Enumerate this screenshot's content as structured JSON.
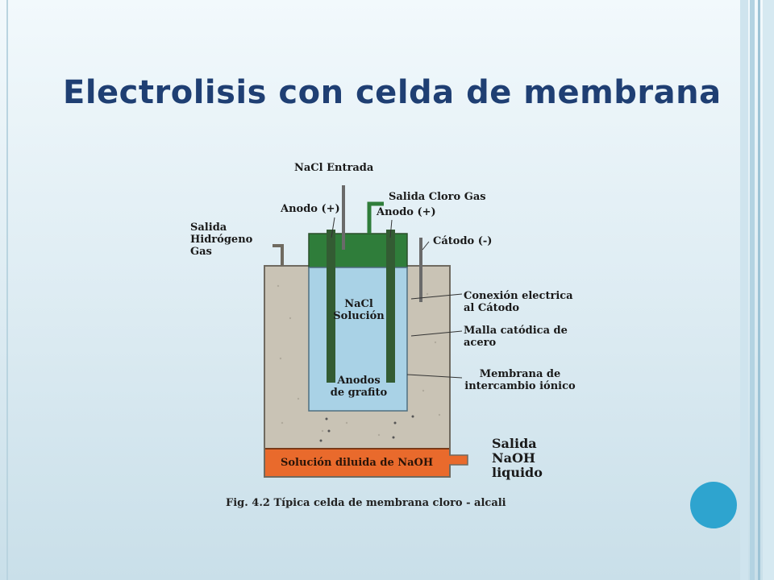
{
  "slide": {
    "title": "Electrolisis con celda de membrana",
    "caption": "Fig. 4.2  Típica celda de membrana  cloro - alcali"
  },
  "diagram": {
    "labels": {
      "nacl_inlet": "NaCl  Entrada",
      "chlorine_outlet": "Salida Cloro Gas",
      "anode_left": "Anodo (+)",
      "anode_right": "Anodo (+)",
      "cathode": "Cátodo (-)",
      "hydrogen_outlet": "Salida Hidrógeno Gas",
      "cathode_connection": "Conexión electrica al Cátodo",
      "cathode_mesh": "Malla catódica de acero",
      "membrane": "Membrana de intercambio iónico",
      "nacl_solution": "NaCl Solución",
      "graphite_anodes": "Anodos de grafito",
      "naoh_solution": "Solución diluida de NaOH",
      "naoh_outlet": "Salida NaOH liquido"
    }
  },
  "colors": {
    "title": "#1f3f73",
    "outer_tank": "#c9c3b5",
    "inner_cell": "#a9d2e6",
    "cell_top": "#2f7d3a",
    "electrode": "#335c33",
    "naoh_layer": "#e96a2c",
    "nav_circle": "#2ea4cf"
  }
}
